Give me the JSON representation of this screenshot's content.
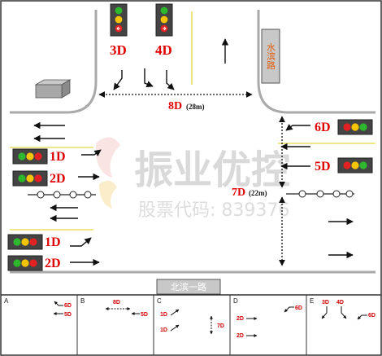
{
  "streets": {
    "north_street": "水滨路",
    "south_street": "北滨一路"
  },
  "phases": {
    "p3D": "3D",
    "p4D": "4D",
    "p8D": "8D",
    "p8D_unit": "(28m)",
    "p6D": "6D",
    "p5D": "5D",
    "p7D": "7D",
    "p7D_unit": "(22m)",
    "p1D_upper": "1D",
    "p2D_upper": "2D",
    "p1D_lower": "1D",
    "p2D_lower": "2D"
  },
  "watermark": {
    "title": "振业优控",
    "subtitle": "股票代码: 839376"
  },
  "stage_panels": {
    "a": {
      "letter": "A",
      "labels": [
        "6D",
        "5D"
      ]
    },
    "b": {
      "letter": "B",
      "labels": [
        "8D",
        "5D"
      ]
    },
    "c": {
      "letter": "C",
      "labels": [
        "1D",
        "1D",
        "7D"
      ]
    },
    "d": {
      "letter": "D",
      "labels": [
        "6D",
        "2D",
        "2D"
      ]
    },
    "e": {
      "letter": "E",
      "labels": [
        "3D",
        "4D",
        "6D"
      ]
    }
  },
  "colors": {
    "phase_label": "#e00000",
    "road_gray": "#aaaaaa",
    "center_yellow": "#e8e060",
    "street_label": "#e06010",
    "street_box": "#c8c8c8",
    "signal_green": "#2eb82e",
    "signal_yellow": "#f5c400",
    "signal_red": "#e22222",
    "watermark": "#d9d9d9",
    "watermark_accent": "#f3c2c2"
  }
}
